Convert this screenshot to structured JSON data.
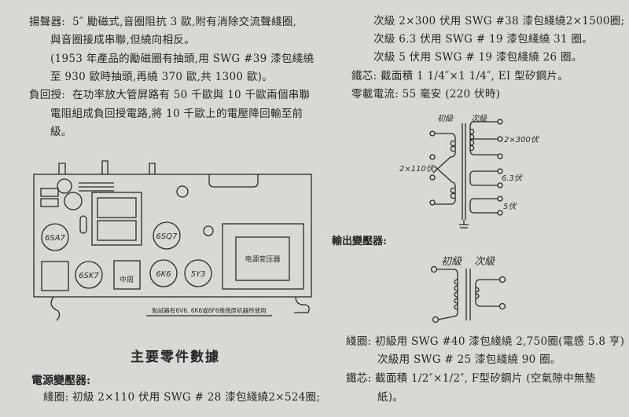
{
  "left": {
    "speaker_label": "揚聲器:",
    "speaker_lines": [
      "5″ 勵磁式,音圈阻抗 3 歐,附有消除交流聲綫圈,",
      "與音圈接成串聯,但繞向相反。",
      "(1953 年產品的勵磁圈有抽頭,用 SWG #39 漆包綫繞",
      "至 930 歐時抽頭,再繞 370 歐,共 1300 歐)。"
    ],
    "feedback_label": "負回授:",
    "feedback_lines": [
      "在功率放大管屏路有 50 千歐與 10 千歐兩個串聯",
      "電阻組成負回授電路,將 10 千歐上的電壓降回輸至前",
      "級。"
    ],
    "chassis": {
      "tubes": [
        "6SA7",
        "6SQ7",
        "6SK7",
        "6K6",
        "5Y3"
      ],
      "if_transformer": "中周",
      "power_transformer": "电源变压器",
      "caption": "點試器有6V6, 6K6或6F6推挽原机器所使用"
    },
    "section_title": "主要零件數據",
    "power_transformer_heading": "電源變壓器:",
    "coil_line": "綫圈: 初級 2×110 伏用 SWG # 28 漆包綫繞2×524圈;"
  },
  "right": {
    "secondary_lines": [
      "次級 2×300 伏用 SWG #38 漆包綫繞2×1500圈;",
      "次級 6.3 伏用 SWG # 19 漆包綫繞 31 圈。",
      "次級 5 伏用 SWG # 19 漆包綫繞 26 圈。"
    ],
    "core_line": "鐵芯: 截面積 1 1/4″×1 1/4″, EI 型矽鋼片。",
    "noload_line": "零載電流: 55 毫安 (220 伏時)",
    "power_schematic": {
      "primary": "初級",
      "secondary": "次級",
      "v_primary": "2×110伏",
      "v_hv": "2×300伏",
      "v_fil": "6.3伏",
      "v_rect": "5伏"
    },
    "output_transformer_heading": "輸出變壓器:",
    "output_schematic": {
      "primary": "初級",
      "secondary": "次級"
    },
    "out_coil_lines": [
      "綫圈: 初級用 SWG #40 漆包綫繞 2,750圈(電感 5.8 亨)",
      "次級用 SWG # 25 漆包綫繞 90 圈。"
    ],
    "out_core_lines": [
      "鐵芯: 截面積 1/2″×1/2″, F型矽鋼片 (空氣隙中無墊",
      "紙)。"
    ]
  }
}
